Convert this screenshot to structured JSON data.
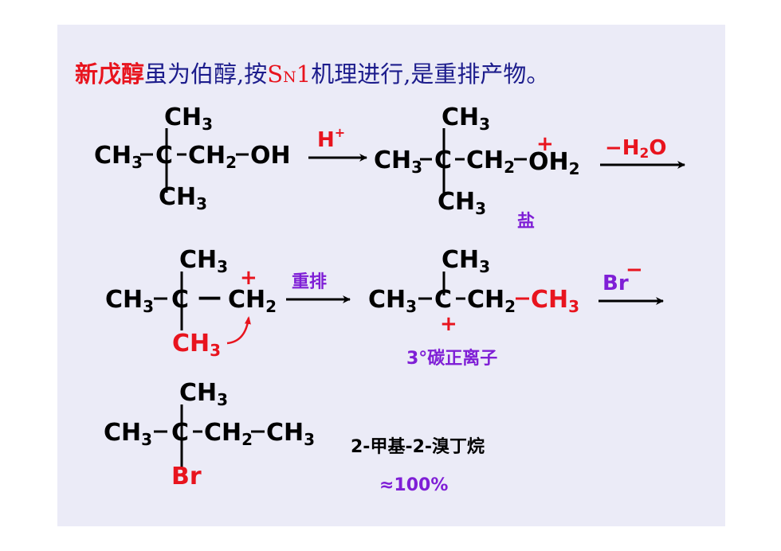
{
  "title": {
    "part1": "新戊醇",
    "part2": "虽为伯醇,按",
    "sn1_s": "S",
    "sn1_n": "N",
    "sn1_1": "1",
    "part3": "机理进行,是重排产物。"
  },
  "reaction1": {
    "reactant": {
      "top": "CH",
      "top_sub": "3",
      "left": "CH",
      "left_sub": "3",
      "center": "C",
      "right": "CH",
      "right_sub": "2",
      "oh": "OH",
      "bottom": "CH",
      "bottom_sub": "3"
    },
    "arrow_label": "H",
    "arrow_label_sup": "+",
    "product": {
      "top": "CH",
      "top_sub": "3",
      "left": "CH",
      "left_sub": "3",
      "center": "C",
      "right": "CH",
      "right_sub": "2",
      "charge": "+",
      "oh2": "OH",
      "oh2_sub": "2",
      "bottom": "CH",
      "bottom_sub": "3"
    },
    "salt_label": "盐",
    "arrow2_label": "−H",
    "arrow2_sub": "2",
    "arrow2_o": "O"
  },
  "reaction2": {
    "reactant": {
      "top": "CH",
      "top_sub": "3",
      "left": "CH",
      "left_sub": "3",
      "center": "C",
      "bond": "—",
      "ch2": "CH",
      "ch2_sub": "2",
      "charge": "+",
      "bottom": "CH",
      "bottom_sub": "3"
    },
    "arrow_label": "重排",
    "product": {
      "top": "CH",
      "top_sub": "3",
      "left": "CH",
      "left_sub": "3",
      "center": "C",
      "right": "CH",
      "right_sub": "2",
      "migrated": "CH",
      "migrated_sub": "3",
      "charge": "+"
    },
    "cation_label": "3°碳正离子",
    "arrow2_label": "Br",
    "arrow2_charge": "−"
  },
  "reaction3": {
    "product": {
      "top": "CH",
      "top_sub": "3",
      "left": "CH",
      "left_sub": "3",
      "center": "C",
      "right": "CH",
      "right_sub": "2",
      "end": "CH",
      "end_sub": "3",
      "bottom": "Br"
    },
    "name": "2-甲基-2-溴丁烷",
    "yield": "≈100%"
  },
  "colors": {
    "background": "#ebebf7",
    "red": "#e8141e",
    "navy": "#1c1c8c",
    "purple": "#7f1fd6",
    "black": "#000000"
  }
}
